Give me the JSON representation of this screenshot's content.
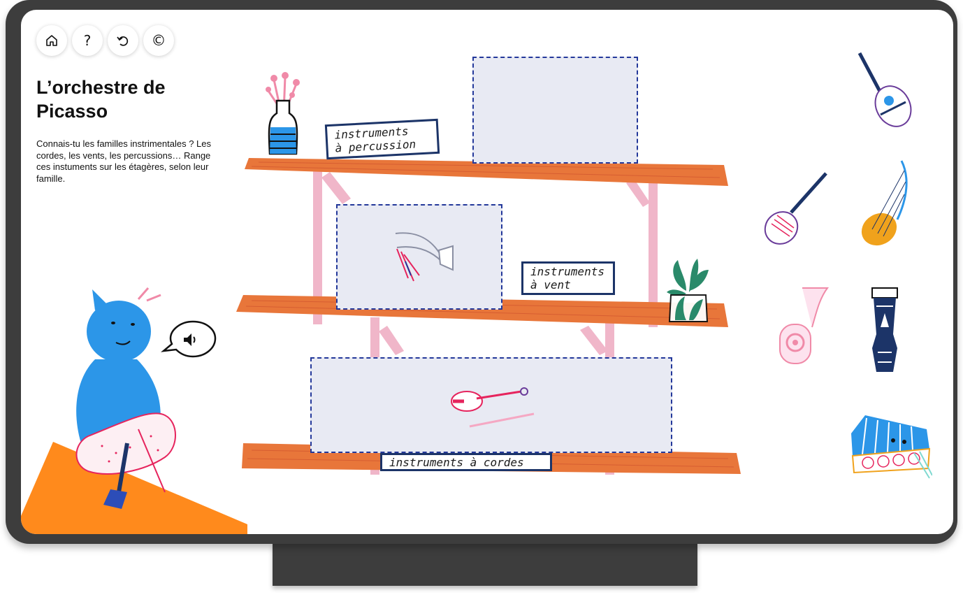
{
  "toolbar": {
    "buttons": [
      {
        "name": "home-button",
        "icon": "home-icon"
      },
      {
        "name": "help-button",
        "icon": "question-icon",
        "glyph": "?"
      },
      {
        "name": "restart-button",
        "icon": "undo-icon"
      },
      {
        "name": "credits-button",
        "icon": "copyright-icon",
        "glyph": "©"
      }
    ]
  },
  "page": {
    "title": "L’orchestre de Picasso",
    "description": "Connais-tu les familles instrimentales ? Les cordes, les vents, les percussions… Range ces instuments sur les étagères, selon leur famille."
  },
  "shelves": {
    "labels": {
      "percussion_line1": "instruments",
      "percussion_line2": "à percussion",
      "wind_line1": "instruments",
      "wind_line2": "à vent",
      "strings": "instruments à cordes"
    }
  },
  "palette": {
    "shelf_wood": "#e8763a",
    "shelf_leg": "#f0b6c9",
    "dropzone_fill": "#e8eaf3",
    "dropzone_border": "#23389a",
    "label_border": "#1c3468",
    "floor": "#ff8a1c",
    "character": "#2c96e8"
  },
  "instruments": {
    "placed": [
      "bugle-icon",
      "violin-icon"
    ],
    "tray": [
      "mandolin-icon",
      "lute-icon",
      "harp-lute-icon",
      "tuba-icon",
      "drum-icon",
      "xylophone-icon"
    ]
  }
}
